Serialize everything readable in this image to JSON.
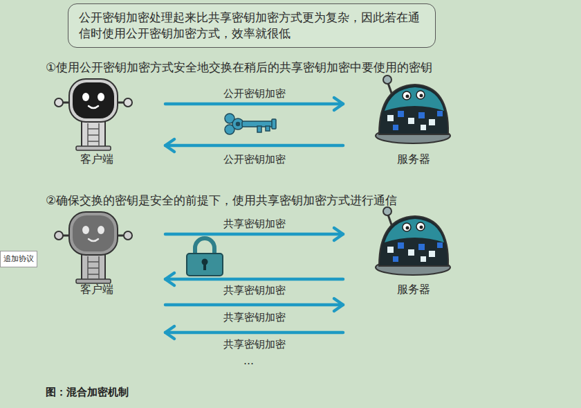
{
  "diagram": {
    "caption": "图：混合加密机制",
    "nodes": [
      {
        "text": [
          "公开密钥加密处理起来比共享密钥加密方式更为复杂，因此若在通信时使用公开密钥加密方式，效率就很低"
        ]
      },
      {
        "text": [
          "客户端"
        ]
      },
      {
        "text": [
          "服务器"
        ]
      },
      {
        "text": [
          "客户端"
        ]
      },
      {
        "text": [
          "服务器"
        ]
      }
    ],
    "edges": [
      {
        "from": 1,
        "to": 2,
        "arrow": "to",
        "label": "公开密钥加密"
      },
      {
        "from": 2,
        "to": 1,
        "arrow": "to",
        "label": "公开密钥加密"
      },
      {
        "from": 3,
        "to": 4,
        "arrow": "to",
        "label": "共享密钥加密"
      },
      {
        "from": 4,
        "to": 3,
        "arrow": "to",
        "label": "共享密钥加密"
      },
      {
        "from": 3,
        "to": 4,
        "arrow": "to",
        "label": "共享密钥加密"
      },
      {
        "from": 4,
        "to": 3,
        "arrow": "to",
        "label": "共享密钥加密"
      }
    ],
    "labels": [
      "①使用公开密钥加密方式安全地交换在稍后的共享密钥加密中要使用的密钥",
      "②确保交换的密钥是安全的前提下，使用共享密钥加密方式进行通信",
      "…",
      "追加协议"
    ]
  }
}
